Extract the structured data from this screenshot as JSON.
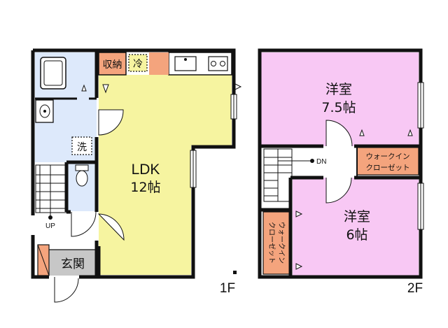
{
  "colors": {
    "ldk": "#f6f4a0",
    "wet": "#dde9fb",
    "bedroom": "#f8c8f4",
    "closet": "#f4a47d",
    "entry_floor": "#c7c7c7",
    "wall": "#111111"
  },
  "floor1": {
    "label": "1F",
    "ldk_name": "LDK",
    "ldk_size": "12帖",
    "storage": "収納",
    "fridge": "冷",
    "washer": "洗",
    "entrance": "玄関",
    "stairs": "UP"
  },
  "floor2": {
    "label": "2F",
    "bedroom_a_name": "洋室",
    "bedroom_a_size": "7.5帖",
    "bedroom_b_name": "洋室",
    "bedroom_b_size": "6帖",
    "wic_a": [
      "ウォークイン",
      "クローゼット"
    ],
    "wic_b": [
      "ウォークイン",
      "クローゼット"
    ],
    "stairs": "DN"
  }
}
